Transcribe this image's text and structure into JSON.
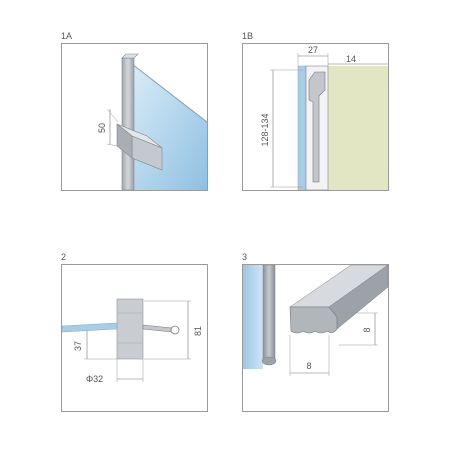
{
  "panels": {
    "p1a": {
      "label": "1A",
      "dims": {
        "height": "50"
      }
    },
    "p1b": {
      "label": "1B",
      "dims": {
        "top_left": "27",
        "top_right": "14",
        "height": "128-134"
      }
    },
    "p2": {
      "label": "2",
      "dims": {
        "right": "81",
        "left": "37",
        "diameter": "Φ32"
      }
    },
    "p3": {
      "label": "3",
      "dims": {
        "width": "8",
        "height": "8"
      }
    }
  },
  "colors": {
    "glass": "#a9cde6",
    "wall": "#e2e6c2",
    "profile": "#c3c7cc",
    "profile_dark": "#8e949a",
    "dimension": "#777777",
    "frame": "#9a9a9a"
  }
}
